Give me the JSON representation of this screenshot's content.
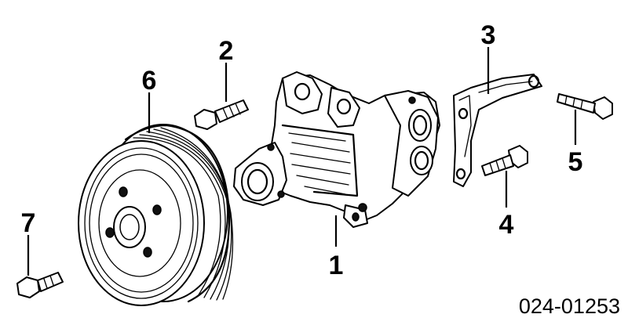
{
  "callouts": {
    "c1": "1",
    "c2": "2",
    "c3": "3",
    "c4": "4",
    "c5": "5",
    "c6": "6",
    "c7": "7"
  },
  "diagram_id": "024-01253",
  "parts": {
    "p1": "water-pump",
    "p2": "bolt",
    "p3": "mounting-bracket",
    "p4": "bolt",
    "p5": "bolt",
    "p6": "pulley",
    "p7": "bolt"
  }
}
